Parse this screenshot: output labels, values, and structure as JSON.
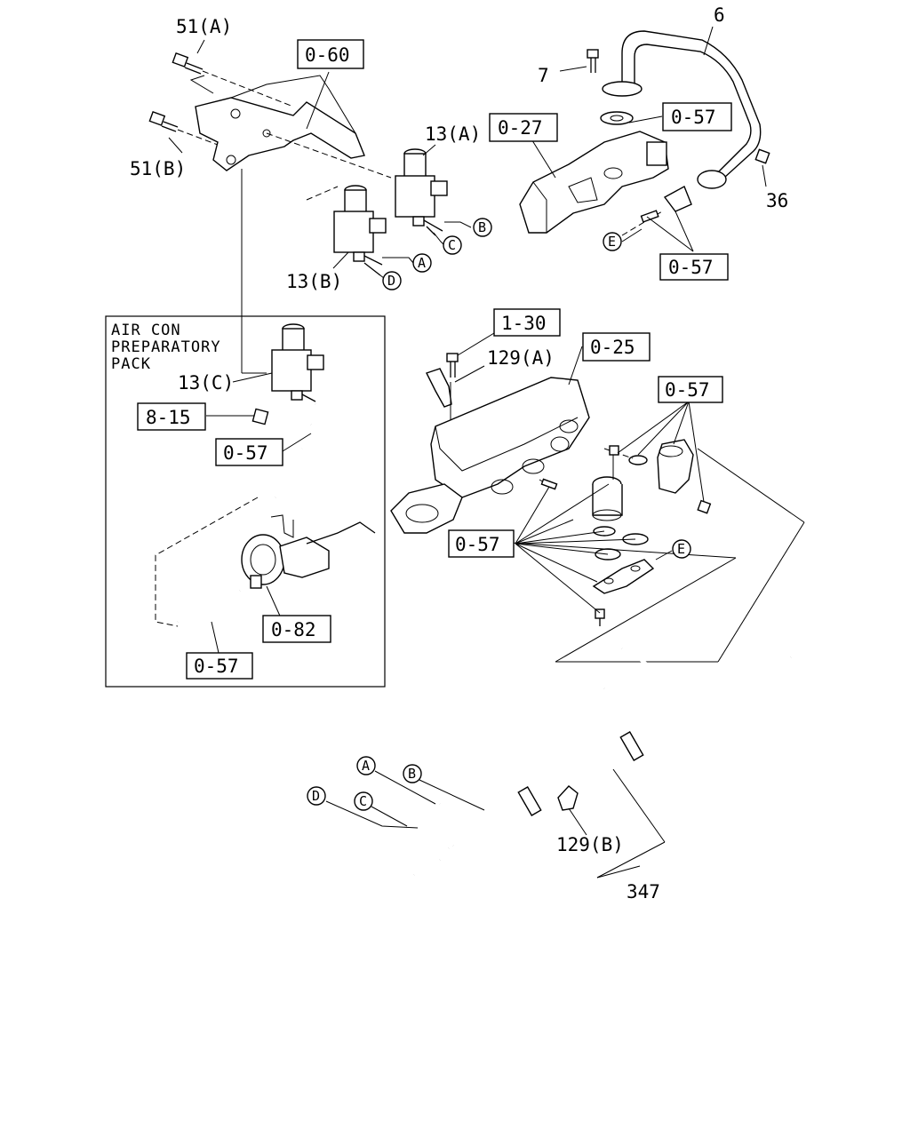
{
  "labels": {
    "p51a": "51(A)",
    "p51b": "51(B)",
    "p13a": "13(A)",
    "p13b": "13(B)",
    "p13c": "13(C)",
    "p7": "7",
    "p6": "6",
    "p36": "36",
    "p129a": "129(A)",
    "p129b": "129(B)",
    "p347": "347"
  },
  "refs": {
    "r060": "0-60",
    "r027": "0-27",
    "r057_top": "0-57",
    "r057_topright": "0-57",
    "r130": "1-30",
    "r025": "0-25",
    "r057_right": "0-57",
    "r057_mid": "0-57",
    "r815": "8-15",
    "r057_inset1": "0-57",
    "r082": "0-82",
    "r057_inset2": "0-57"
  },
  "connectors": {
    "a1": "A",
    "b1": "B",
    "c1": "C",
    "d1": "D",
    "e1": "E",
    "e2": "E",
    "a2": "A",
    "b2": "B",
    "c2": "C",
    "d2": "D"
  },
  "inset": {
    "line1": "AIR CON",
    "line2": "PREPARATORY",
    "line3": "PACK"
  }
}
